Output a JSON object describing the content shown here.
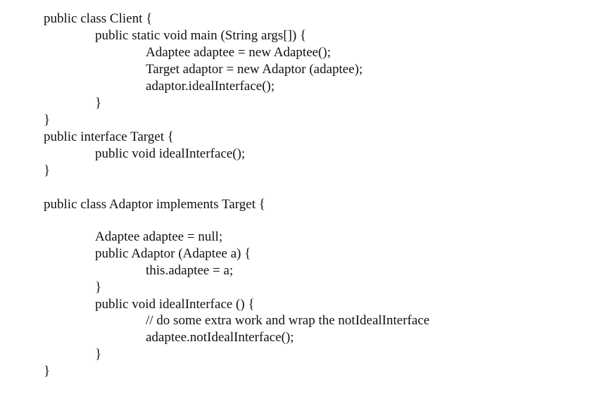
{
  "document": {
    "lines": [
      "public class Client {",
      "public static void main (String args[]) {",
      "Adaptee adaptee = new Adaptee();",
      "Target adaptor = new Adaptor (adaptee);",
      "adaptor.idealInterface();",
      "}",
      "}",
      "public interface Target {",
      "public void idealInterface();",
      "}",
      "public class Adaptor implements Target {",
      "Adaptee adaptee = null;",
      "public Adaptor (Adaptee a) {",
      "this.adaptee = a;",
      "}",
      "public void idealInterface () {",
      "// do some extra work and wrap the notIdealInterface",
      "adaptee.notIdealInterface();",
      "}",
      "}"
    ]
  }
}
